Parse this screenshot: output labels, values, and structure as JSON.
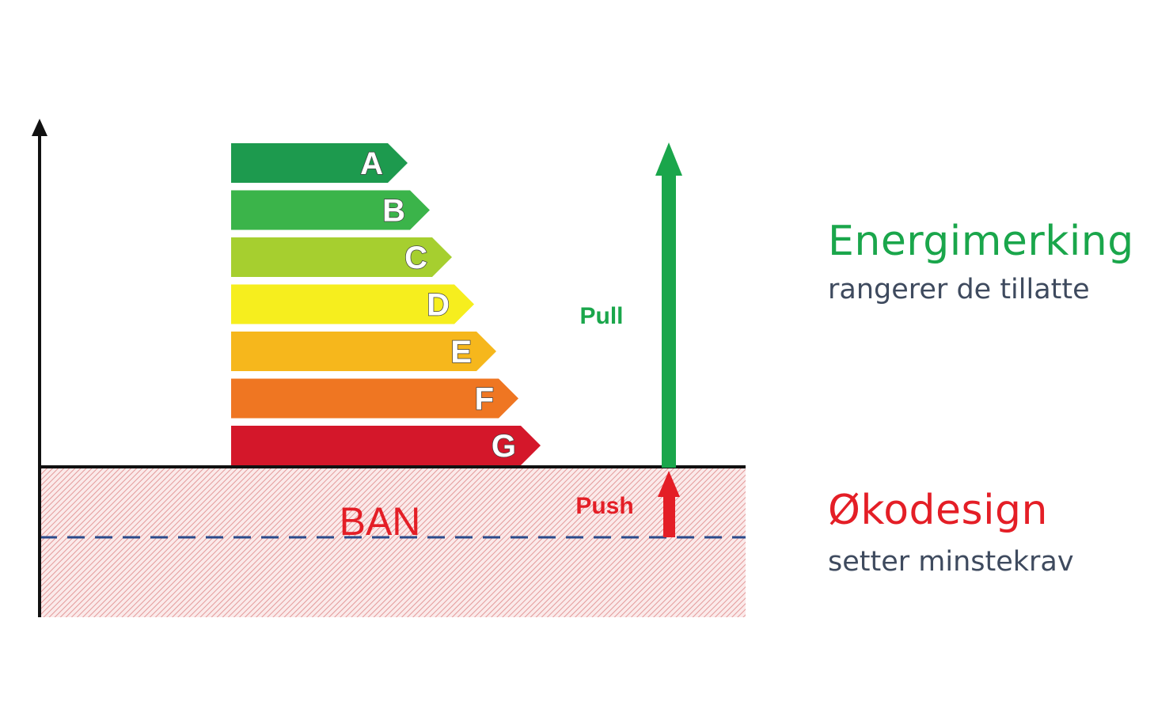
{
  "energy_classes": [
    {
      "letter": "A",
      "color": "#1d9a4e"
    },
    {
      "letter": "B",
      "color": "#3bb44a"
    },
    {
      "letter": "C",
      "color": "#a6cf2f"
    },
    {
      "letter": "D",
      "color": "#f6ee1e"
    },
    {
      "letter": "E",
      "color": "#f6b71c"
    },
    {
      "letter": "F",
      "color": "#ef7622"
    },
    {
      "letter": "G",
      "color": "#d4172a"
    }
  ],
  "labels": {
    "pull": "Pull",
    "push": "Push",
    "ban": "BAN"
  },
  "energimerking": {
    "title": "Energimerking",
    "subtitle": "rangerer de tillatte"
  },
  "okodesign": {
    "title": "Økodesign",
    "subtitle": "setter minstekrav"
  },
  "colors": {
    "pull_arrow": "#1aa64b",
    "push_arrow": "#e41e26",
    "ban_text": "#e41e26",
    "ban_hatch": "#e8a0a0",
    "dashed_line": "#2b4a8b",
    "axis": "#111111"
  }
}
